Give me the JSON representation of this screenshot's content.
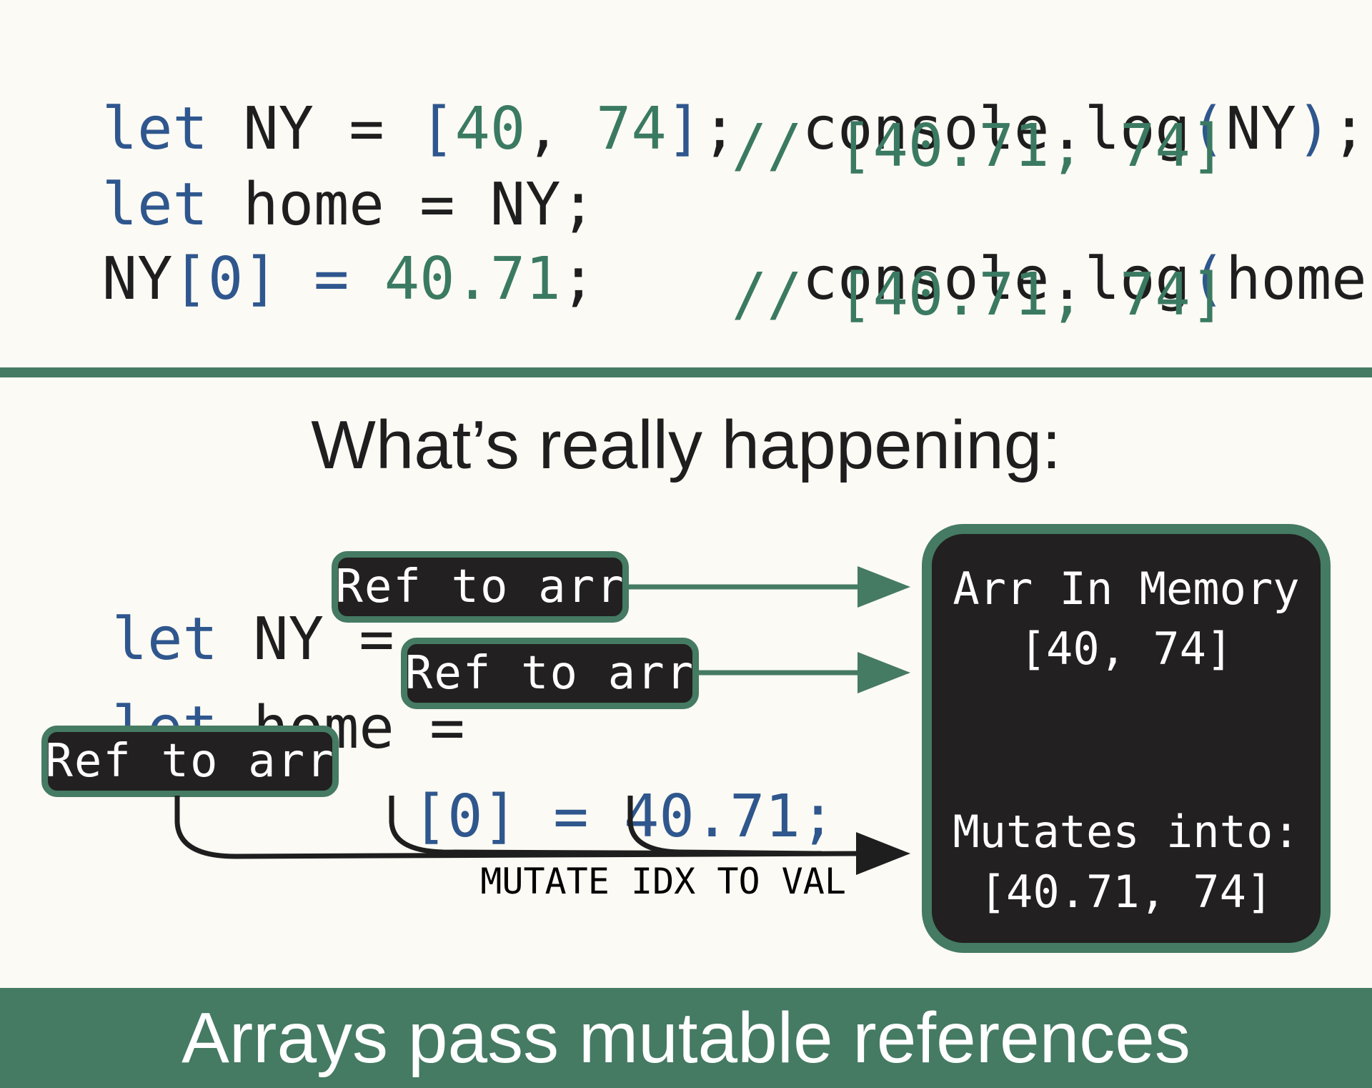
{
  "code": {
    "line1": {
      "kw": "let",
      "name": " NY = ",
      "open": "[",
      "a": "40",
      "comma": ", ",
      "b": "74",
      "close": "]",
      "semi": ";"
    },
    "line2": {
      "kw": "let",
      "rest": " home = NY;"
    },
    "line3": {
      "name": "NY",
      "open": "[",
      "idx": "0",
      "close": "]",
      "eq": " = ",
      "val": "40.71",
      "semi": ";"
    },
    "log1": {
      "fn": "console.log",
      "open": "(",
      "arg": "NY",
      "close": ")",
      "semi": ";"
    },
    "comment1": "// [40.71, 74]",
    "log2": {
      "fn": "console.log",
      "open": "(",
      "arg": "home",
      "close": ")",
      "semi": ";"
    },
    "comment2": "// [40.71, 74]"
  },
  "heading": "What’s really happening:",
  "diagram": {
    "row1": {
      "kw": "let",
      "rest": " NY = "
    },
    "row2": {
      "kw": "let",
      "rest": " home = "
    },
    "ref_label": "Ref to arr",
    "row3": {
      "open": "[",
      "idx": "0",
      "close": "]",
      "eq": " = ",
      "val": "40.71",
      "semi": ";"
    },
    "mutate_label": "MUTATE IDX TO VAL",
    "memory": {
      "title": "Arr In Memory",
      "initial": "[40, 74]",
      "mutates": "Mutates into:",
      "final": "[40.71, 74]"
    }
  },
  "banner": "Arrays pass mutable references",
  "colors": {
    "accent_green": "#457a63",
    "keyword_blue": "#2f578e",
    "box_dark": "#222020",
    "background": "#fcfaf4"
  }
}
